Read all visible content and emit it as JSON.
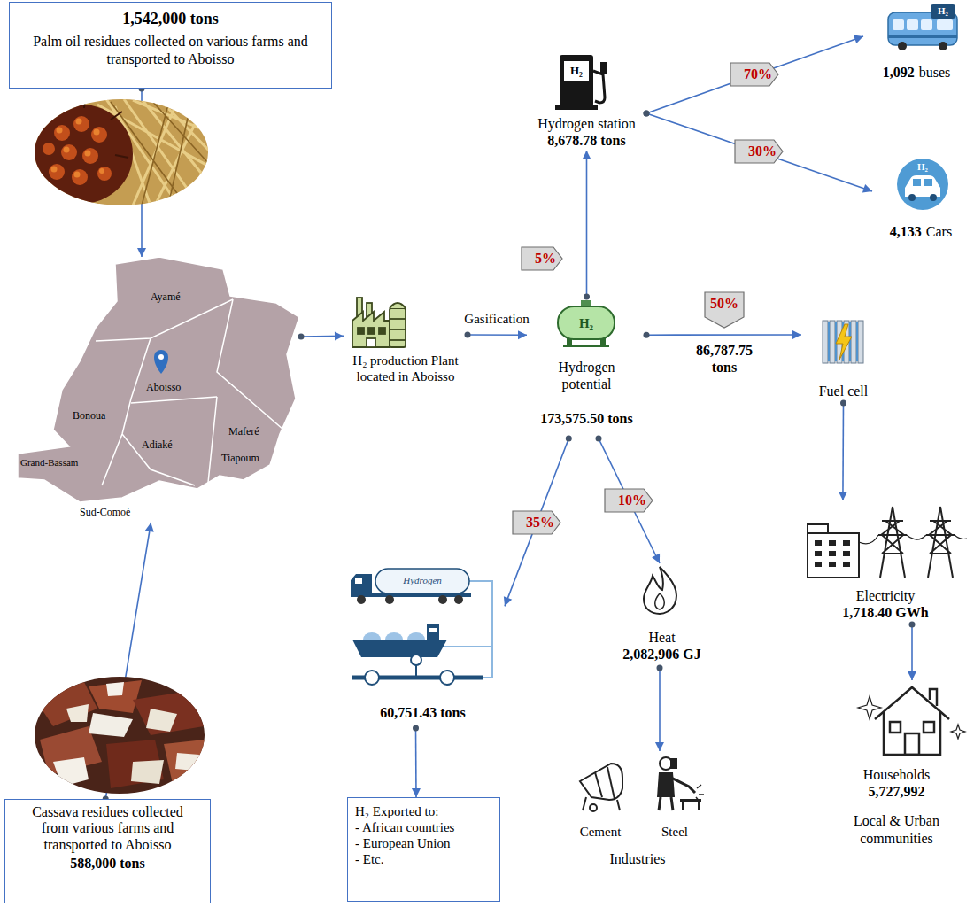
{
  "diagram": {
    "nodes": [
      {
        "text": [
          "1,542,000 tons",
          "Palm oil residues collected on various farms and transported to Aboisso"
        ]
      },
      {
        "text": [
          "Ayamé",
          "Bonoua",
          "Aboisso",
          "Maferé",
          "Grand-Bassam",
          "Adiaké",
          "Tiapoum",
          "Sud-Comoé"
        ]
      },
      {
        "text": [
          "Cassava residues collected from various farms and transported to Aboisso",
          "588,000 tons"
        ]
      },
      {
        "text": [
          "H₂ production Plant located in Aboisso"
        ]
      },
      {
        "text": [
          "Hydrogen potential",
          "173,575.50 tons"
        ]
      },
      {
        "text": [
          "Hydrogen station",
          "8,678.78 tons"
        ]
      },
      {
        "text": [
          "1,092",
          "buses"
        ]
      },
      {
        "text": [
          "4,133",
          "Cars"
        ]
      },
      {
        "text": [
          "Fuel cell"
        ]
      },
      {
        "text": [
          "Electricity",
          "1,718.40 GWh"
        ]
      },
      {
        "text": [
          "Households",
          "5,727,992",
          "Local & Urban communities"
        ]
      },
      {
        "text": [
          "60,751.43 tons"
        ]
      },
      {
        "text": [
          "H₂ Exported to:",
          "- African countries",
          "- European Union",
          "- Etc."
        ]
      },
      {
        "text": [
          "Heat",
          "2,082,906 GJ"
        ]
      },
      {
        "text": [
          "Cement",
          "Steel",
          "Industries"
        ]
      }
    ],
    "edges": [
      {
        "from": 0,
        "to": 1,
        "arrow": "to"
      },
      {
        "from": 2,
        "to": 1,
        "arrow": "to"
      },
      {
        "from": 1,
        "to": 3,
        "arrow": "to"
      },
      {
        "from": 3,
        "to": 4,
        "label": "Gasification",
        "arrow": "to"
      },
      {
        "from": 4,
        "to": 5,
        "label": "5%",
        "arrow": "to"
      },
      {
        "from": 5,
        "to": 6,
        "label": "70%",
        "arrow": "to"
      },
      {
        "from": 5,
        "to": 7,
        "label": "30%",
        "arrow": "to"
      },
      {
        "from": 4,
        "to": 8,
        "label": "50%",
        "arrow": "to"
      },
      {
        "from": 8,
        "to": 9,
        "arrow": "to"
      },
      {
        "from": 9,
        "to": 10,
        "arrow": "to"
      },
      {
        "from": 4,
        "to": 11,
        "label": "35%",
        "arrow": "to"
      },
      {
        "from": 4,
        "to": 13,
        "label": "10%",
        "arrow": "to"
      },
      {
        "from": 11,
        "to": 12,
        "arrow": "to"
      },
      {
        "from": 13,
        "to": 14,
        "arrow": "to"
      }
    ],
    "labels": [
      "86,787.75 tons",
      "H₂",
      "H₂",
      "H₂",
      "H₂",
      "Hydrogen"
    ]
  }
}
